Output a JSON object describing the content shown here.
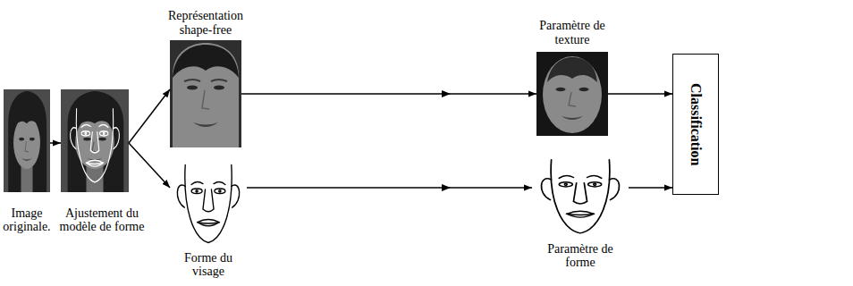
{
  "diagram": {
    "nodes": [
      {
        "text": [
          "Image originale."
        ]
      },
      {
        "text": [
          "Ajustement du modèle de forme"
        ]
      },
      {
        "text": [
          "Représentation shape-free"
        ]
      },
      {
        "text": [
          "Forme du visage"
        ]
      },
      {
        "text": [
          "Paramètre de texture"
        ]
      },
      {
        "text": [
          "Paramètre de forme"
        ]
      },
      {
        "text": [
          "Classification"
        ]
      }
    ],
    "edges": [
      {
        "from": 0,
        "to": 1,
        "arrow": "to"
      },
      {
        "from": 1,
        "to": 2,
        "arrow": "to"
      },
      {
        "from": 1,
        "to": 3,
        "arrow": "to"
      },
      {
        "from": 2,
        "to": 4,
        "arrow": "to"
      },
      {
        "from": 3,
        "to": 5,
        "arrow": "to"
      },
      {
        "from": 4,
        "to": 6,
        "arrow": "to"
      },
      {
        "from": 5,
        "to": 6,
        "arrow": "to"
      }
    ]
  }
}
